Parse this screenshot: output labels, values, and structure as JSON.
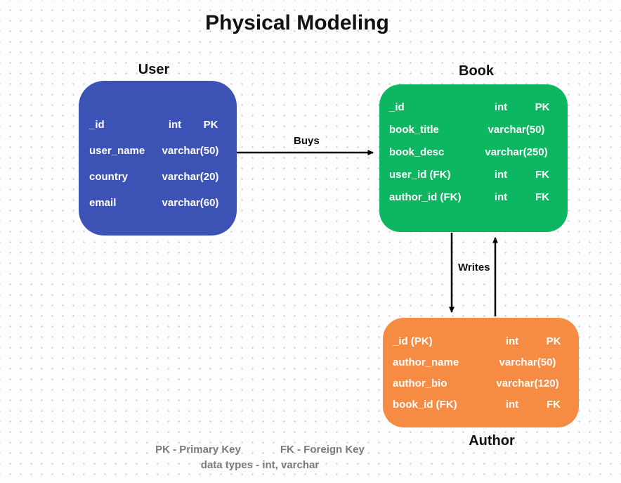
{
  "title": "Physical Modeling",
  "colors": {
    "user_table": "#3d52b5",
    "book_table": "#0db761",
    "author_table": "#f68b44",
    "dot_grid": "#d6d8e8",
    "legend_text": "#7a7a7a",
    "arrow": "#000000"
  },
  "tables": {
    "user": {
      "label": "User",
      "rows": [
        {
          "name": "_id",
          "type": "int",
          "key": "PK"
        },
        {
          "name": "user_name",
          "type": "varchar(50)",
          "key": ""
        },
        {
          "name": "country",
          "type": "varchar(20)",
          "key": ""
        },
        {
          "name": "email",
          "type": "varchar(60)",
          "key": ""
        }
      ]
    },
    "book": {
      "label": "Book",
      "rows": [
        {
          "name": "_id",
          "type": "int",
          "key": "PK"
        },
        {
          "name": "book_title",
          "type": "varchar(50)",
          "key": ""
        },
        {
          "name": "book_desc",
          "type": "varchar(250)",
          "key": ""
        },
        {
          "name": "user_id (FK)",
          "type": "int",
          "key": "FK"
        },
        {
          "name": "author_id (FK)",
          "type": "int",
          "key": "FK"
        }
      ]
    },
    "author": {
      "label": "Author",
      "rows": [
        {
          "name": "_id (PK)",
          "type": "int",
          "key": "PK"
        },
        {
          "name": "author_name",
          "type": "varchar(50)",
          "key": ""
        },
        {
          "name": "author_bio",
          "type": "varchar(120)",
          "key": ""
        },
        {
          "name": "book_id (FK)",
          "type": "int",
          "key": "FK"
        }
      ]
    }
  },
  "relationships": {
    "buys_label": "Buys",
    "writes_label": "Writes"
  },
  "legend": {
    "pk": "PK - Primary Key",
    "fk": "FK - Foreign Key",
    "datatypes": "data types - int, varchar"
  }
}
